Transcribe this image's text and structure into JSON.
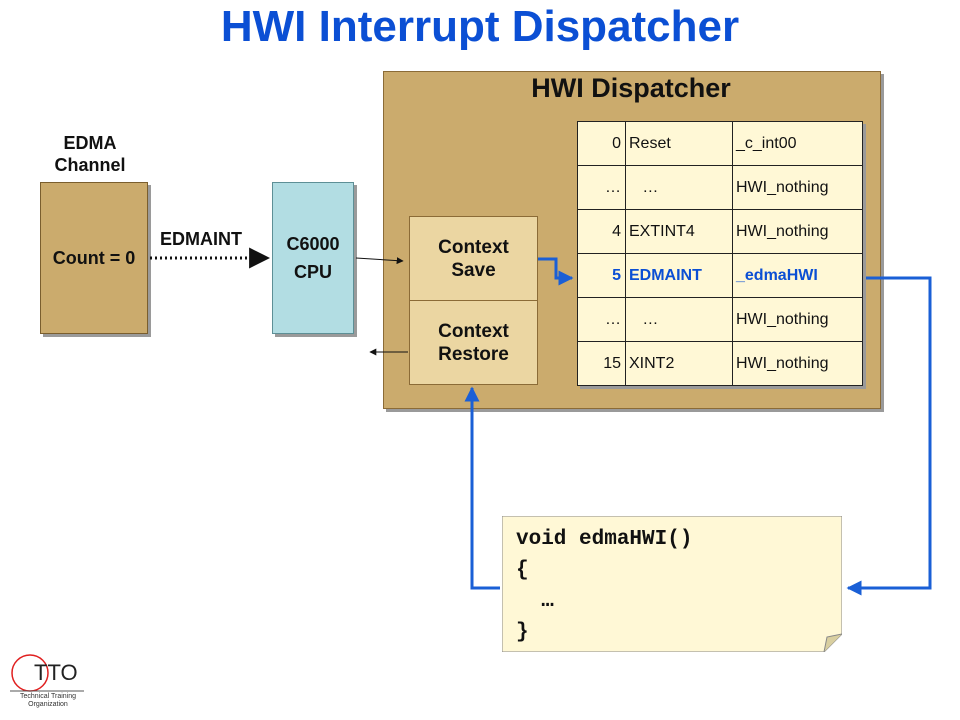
{
  "title": "HWI Interrupt Dispatcher",
  "dispatcher": {
    "title": "HWI Dispatcher",
    "context_save": [
      "Context",
      "Save"
    ],
    "context_restore": [
      "Context",
      "Restore"
    ],
    "vectors": [
      {
        "num": "0",
        "name": "Reset",
        "isr": "_c_int00",
        "highlight": false
      },
      {
        "num": "…",
        "name": "   …",
        "isr": "HWI_nothing",
        "highlight": false
      },
      {
        "num": "4",
        "name": "EXTINT4",
        "isr": "HWI_nothing",
        "highlight": false
      },
      {
        "num": "5",
        "name": "EDMAINT",
        "isr": "_edmaHWI",
        "highlight": true
      },
      {
        "num": "…",
        "name": "   …",
        "isr": "HWI_nothing",
        "highlight": false
      },
      {
        "num": "15",
        "name": "XINT2",
        "isr": "HWI_nothing",
        "highlight": false
      }
    ]
  },
  "edma": {
    "label": [
      "EDMA",
      "Channel"
    ],
    "count": "Count = 0",
    "signal": "EDMAINT"
  },
  "cpu": [
    "C6000",
    "CPU"
  ],
  "code": [
    "void edmaHWI()",
    "{",
    "  …",
    "}"
  ],
  "logo": {
    "text": "TTO",
    "subtitle": [
      "Technical Training",
      "Organization"
    ]
  },
  "colors": {
    "title_blue": "#0b4fd4",
    "panel_tan": "#cbab6d",
    "context_tan": "#ebd6a2",
    "cpu_blue": "#b2dde3",
    "note_yellow": "#fff8d6",
    "arrow_blue": "#1a5fd6",
    "logo_red": "#e02020"
  }
}
